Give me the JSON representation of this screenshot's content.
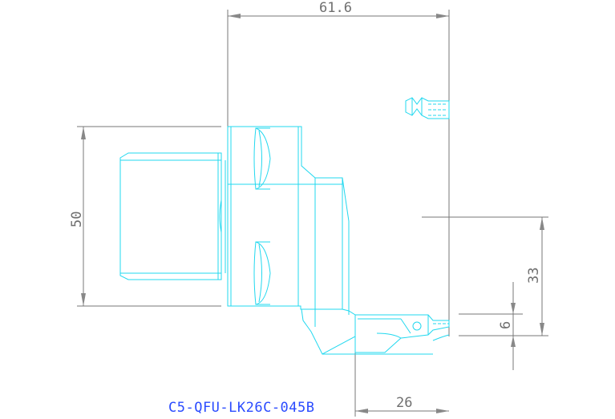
{
  "dimensions": {
    "top_width": "61.6",
    "left_height": "50",
    "right_height": "33",
    "small_height": "6",
    "bottom_width": "26"
  },
  "part_number": "C5-QFU-LK26C-045B",
  "colors": {
    "outline": "#22d8ef",
    "dimension": "#777777",
    "part_number": "#2a4bff",
    "background": "#ffffff"
  }
}
